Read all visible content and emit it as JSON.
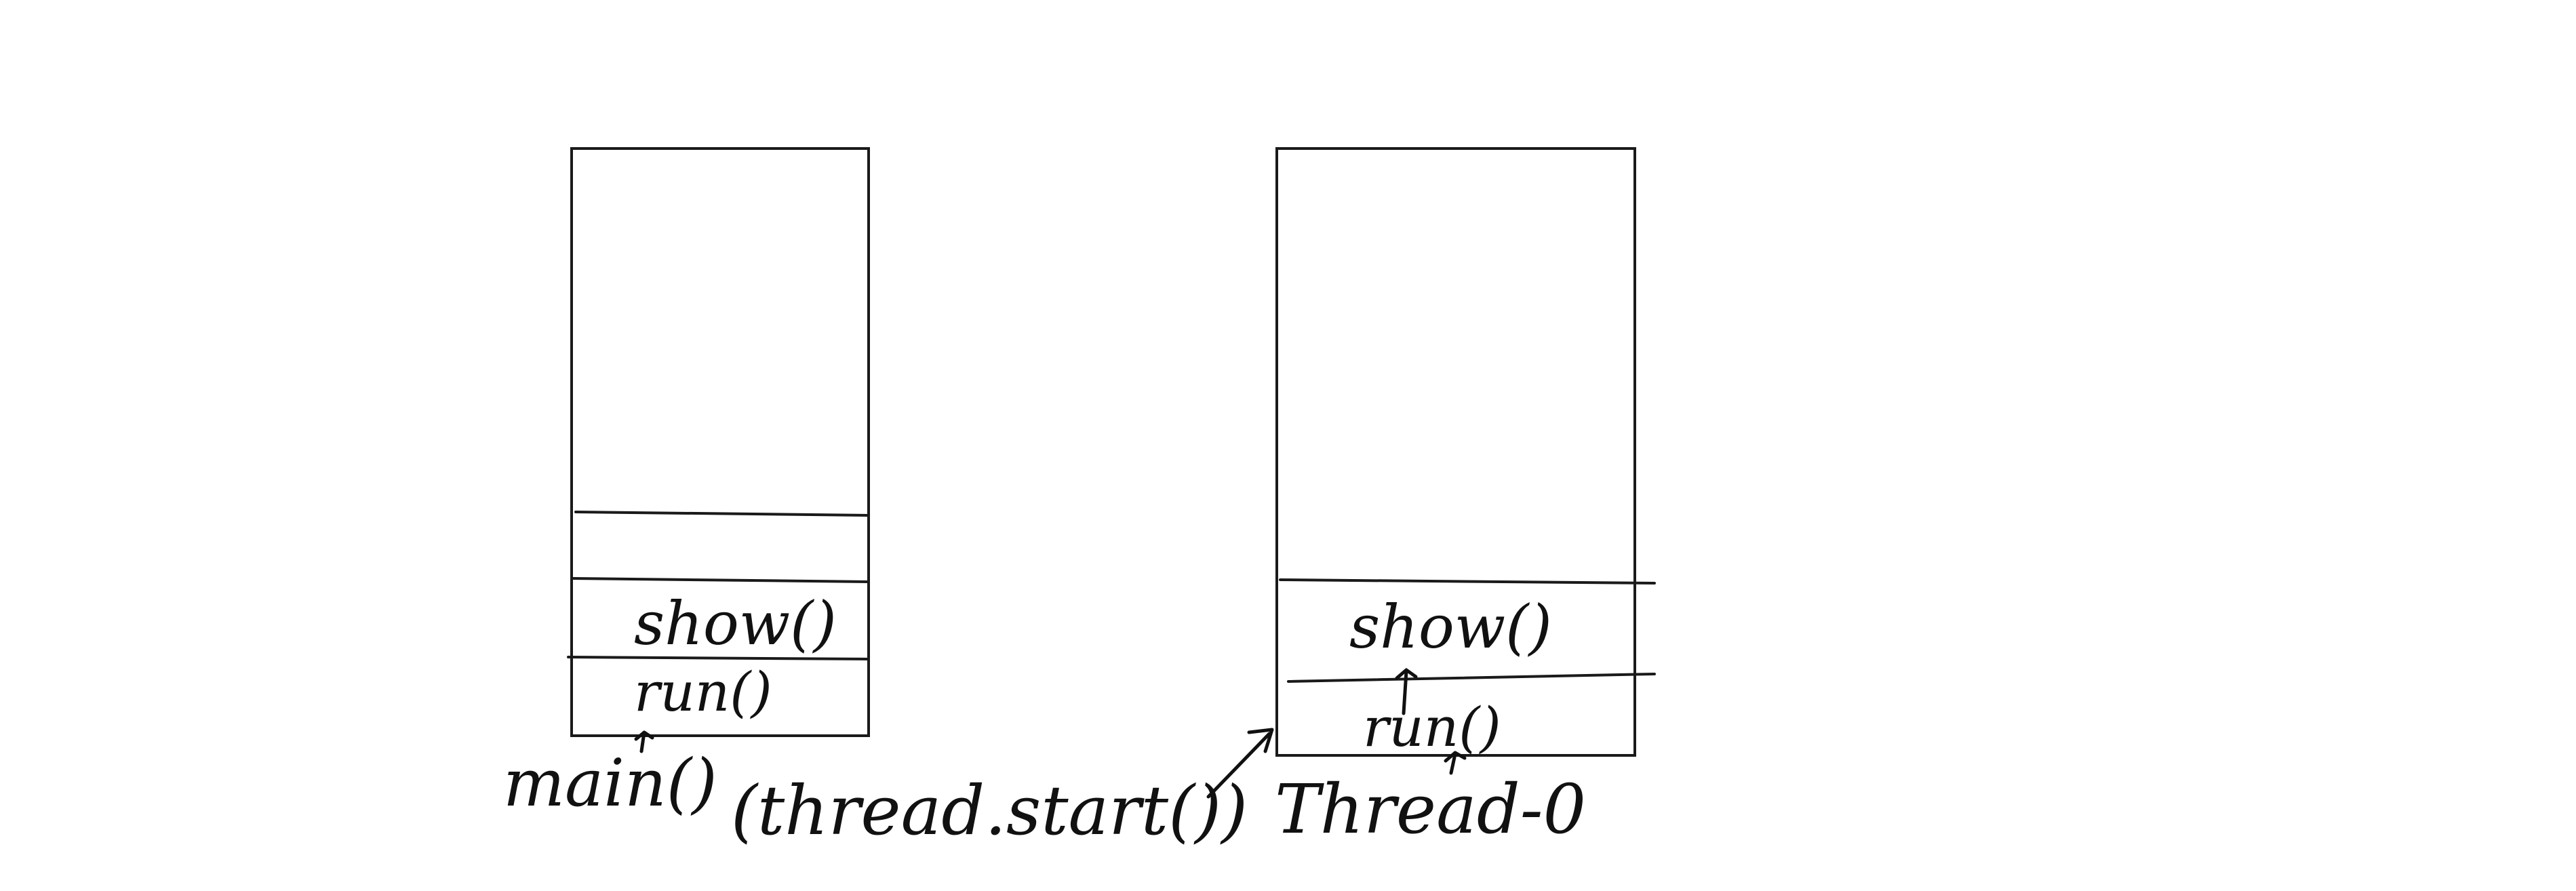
{
  "diagram": {
    "ink_color": "#111111",
    "background_color": "#ffffff",
    "stacks": [
      {
        "id": "main",
        "label": "main()",
        "frames": [
          "show()",
          "run()"
        ]
      },
      {
        "id": "thread-0",
        "label": "Thread-0",
        "frames": [
          "show()",
          "run()"
        ]
      }
    ],
    "annotation": "(thread.start())"
  }
}
